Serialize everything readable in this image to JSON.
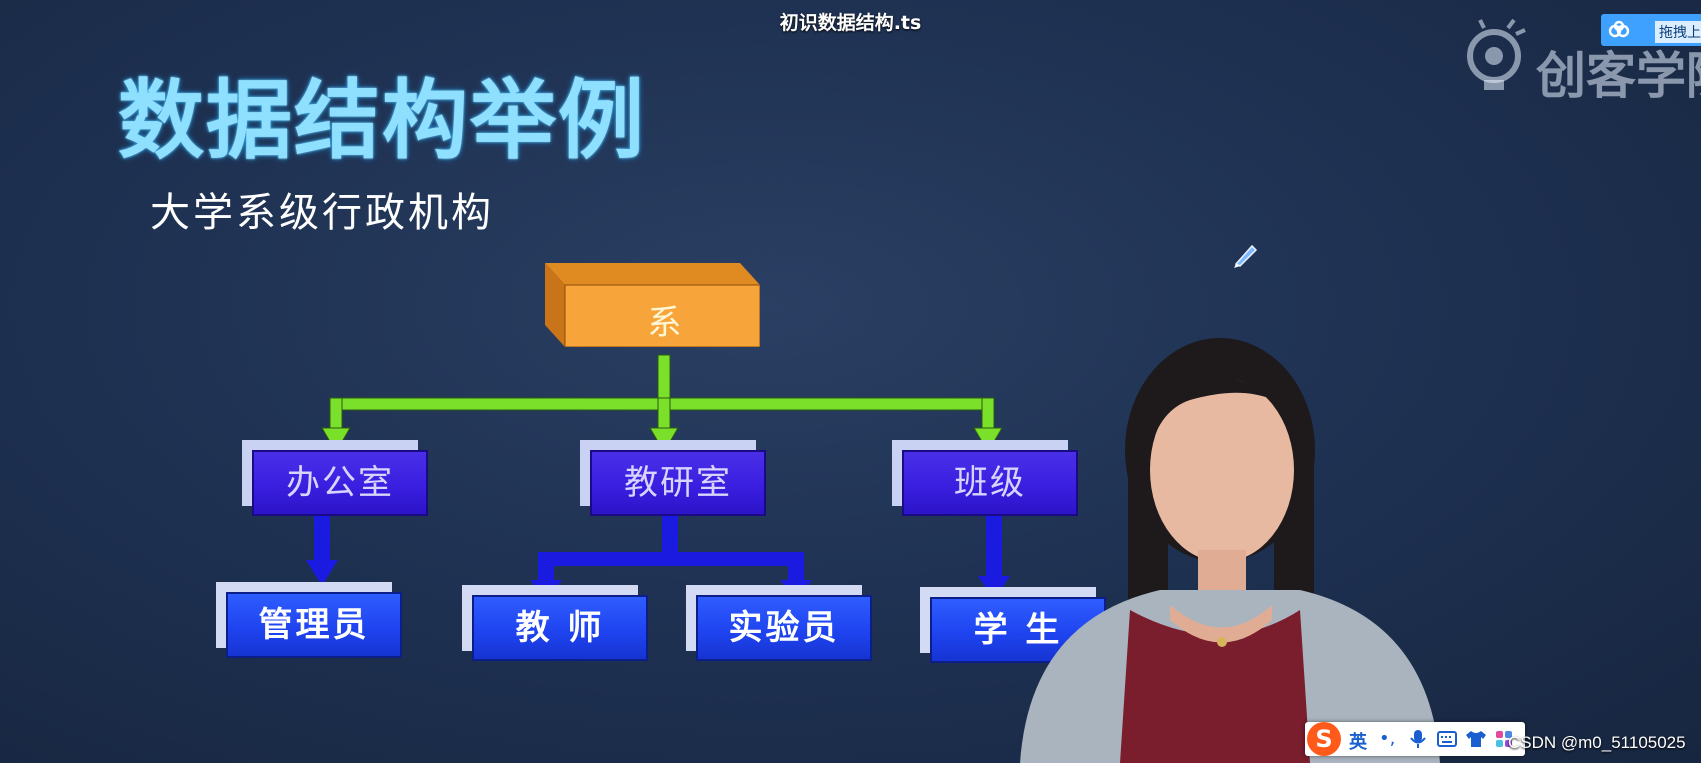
{
  "video": {
    "title": "初识数据结构.ts"
  },
  "slide": {
    "title": "数据结构举例",
    "subtitle": "大学系级行政机构",
    "org_chart": {
      "root": "系",
      "level1": [
        "办公室",
        "教研室",
        "班级"
      ],
      "level2": [
        "管理员",
        "教 师",
        "实验员",
        "学 生"
      ]
    }
  },
  "watermark": {
    "logo_text": "创客学院",
    "share_button": "拖拽上"
  },
  "ime_toolbar": {
    "logo": "S",
    "mode": "英",
    "punct": "•,"
  },
  "footer": {
    "credit": "CSDN @m0_51105025"
  },
  "colors": {
    "title": "#8fe0ff",
    "root_box": "#f7a53a",
    "connector_green": "#7be02a",
    "connector_blue": "#1a1ae0",
    "level1_box": "#3a1fe0",
    "level2_box": "#1f44f0"
  }
}
